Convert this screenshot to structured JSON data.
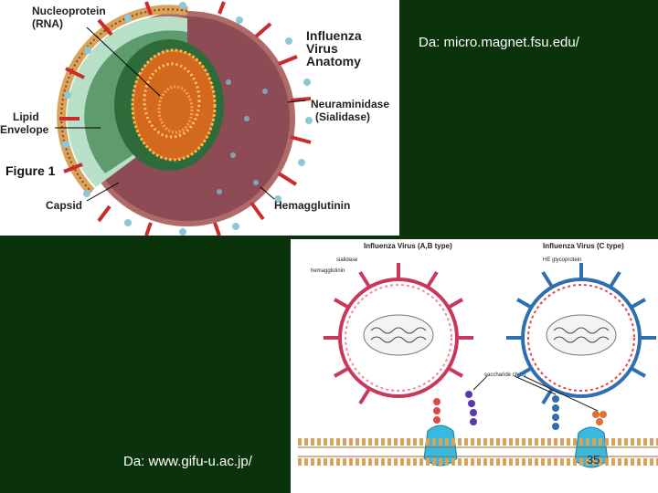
{
  "figure_top": {
    "labels": {
      "nucleoprotein_line1": "Nucleoprotein",
      "nucleoprotein_line2": "(RNA)",
      "title_line1": "Influenza",
      "title_line2": "Virus",
      "title_line3": "Anatomy",
      "neuraminidase_line1": "Neuraminidase",
      "neuraminidase_line2": "(Sialidase)",
      "lipid_line1": "Lipid",
      "lipid_line2": "Envelope",
      "figure_caption": "Figure 1",
      "capsid": "Capsid",
      "hemagglutinin": "Hemagglutinin"
    },
    "credit": "Da: micro.magnet.fsu.edu/"
  },
  "figure_bottom": {
    "labels": {
      "ab_type_title": "Influenza Virus (A,B type)",
      "c_type_title": "Influenza Virus (C type)",
      "sialidase": "sialidase",
      "hemagglutinin": "hemagglutinin",
      "he_glycoprotein": "HE glycoprotein",
      "saccharide_chain": "saccharide chain"
    },
    "credit": "Da: www.gifu-u.ac.jp/"
  },
  "slide_number": "35",
  "colors": {
    "background": "#0b330b",
    "ab_virus": "#c8385a",
    "c_virus": "#2f6fb0",
    "receptor": "#39b8e0",
    "spike_red": "#cc2b2b",
    "neuraminidase_blue": "#8ec8d8"
  }
}
